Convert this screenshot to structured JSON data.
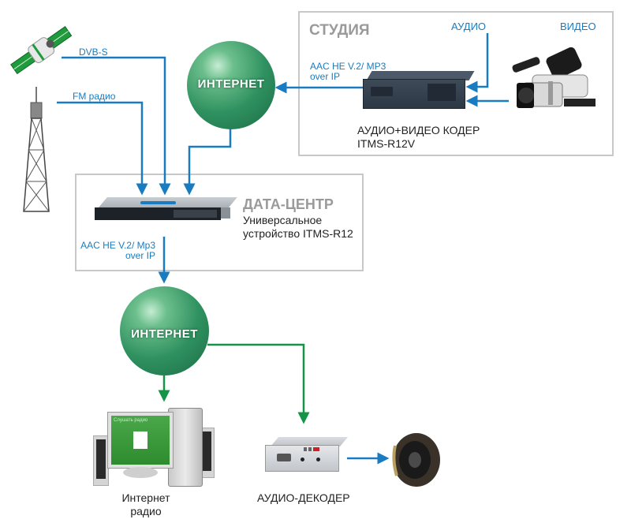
{
  "studio": {
    "title": "СТУДИЯ",
    "audio_label": "АУДИО",
    "video_label": "ВИДЕО",
    "stream_label_line1": "AAC HE V.2/ MP3",
    "stream_label_line2": "over IP",
    "encoder_line1": "АУДИО+ВИДЕО КОДЕР",
    "encoder_line2": "ITMS-R12V"
  },
  "sources": {
    "satellite_label": "DVB-S",
    "fm_label": "FM радио"
  },
  "internet_top": {
    "label": "ИНТЕРНЕТ"
  },
  "datacenter": {
    "title": "ДАТА-ЦЕНТР",
    "device_line1": "Универсальное",
    "device_line2": "устройство ITMS-R12",
    "stream_label_line1": "AAC HE V.2/ Mp3",
    "stream_label_line2": "over IP"
  },
  "internet_bottom": {
    "label": "ИНТЕРНЕТ"
  },
  "outputs": {
    "pc_line1": "Интернет",
    "pc_line2": "радио",
    "decoder_label": "АУДИО-ДЕКОДЕР",
    "pc_screen_title": "Слушать радио"
  },
  "colors": {
    "blue_arrow": "#1a7cc0",
    "green_arrow": "#159447",
    "globe": "#2e8b57",
    "box_border": "#c8c8c8"
  }
}
